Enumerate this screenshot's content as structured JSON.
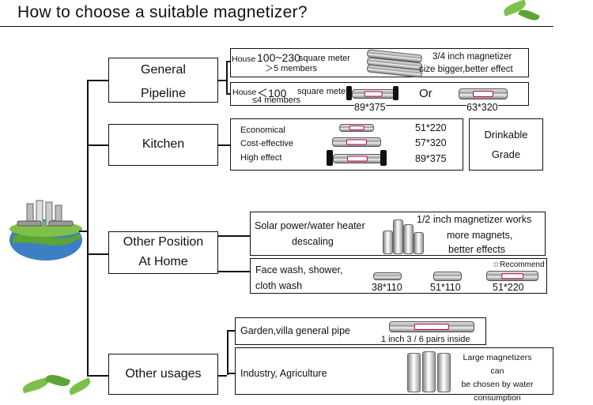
{
  "title": "How to choose a suitable magnetizer?",
  "categories": {
    "general": {
      "line1": "General",
      "line2": "Pipeline"
    },
    "kitchen": {
      "label": "Kitchen"
    },
    "home": {
      "line1": "Other Position",
      "line2": "At Home"
    },
    "other": {
      "label": "Other usages"
    }
  },
  "general": {
    "row1": {
      "house": "House",
      "range": "100~230",
      "sq": "square meter",
      "members": "＞5 members",
      "note1": "3/4 inch magnetizer",
      "note2": "size bigger,better effect"
    },
    "row2": {
      "house": "House",
      "range": "＜100",
      "sq": "square meter",
      "members": "≤4 members",
      "size_a": "89*375",
      "or": "Or",
      "size_b": "63*320"
    }
  },
  "kitchen": {
    "items": [
      {
        "label": "Economical",
        "size": "51*220"
      },
      {
        "label": "Cost-effective",
        "size": "57*320"
      },
      {
        "label": "High effect",
        "size": "89*375"
      }
    ],
    "drinkable1": "Drinkable",
    "drinkable2": "Grade"
  },
  "home": {
    "solar": {
      "line1": "Solar power/water heater",
      "line2": "descaling",
      "note1": "1/2 inch magnetizer works",
      "note2": "more magnets,",
      "note3": "better effects"
    },
    "wash": {
      "line1": "Face wash, shower,",
      "line2": "cloth wash",
      "sizes": [
        "38*110",
        "51*110",
        "51*220"
      ],
      "recommend": "☆Recommend"
    }
  },
  "other": {
    "garden": {
      "label": "Garden,villa general pipe",
      "note": "1 inch 3 / 6 pairs inside"
    },
    "industry": {
      "label": "Industry, Agriculture",
      "note1": "Large magnetizers can",
      "note2": "be chosen by water",
      "note3": "consumption"
    }
  }
}
